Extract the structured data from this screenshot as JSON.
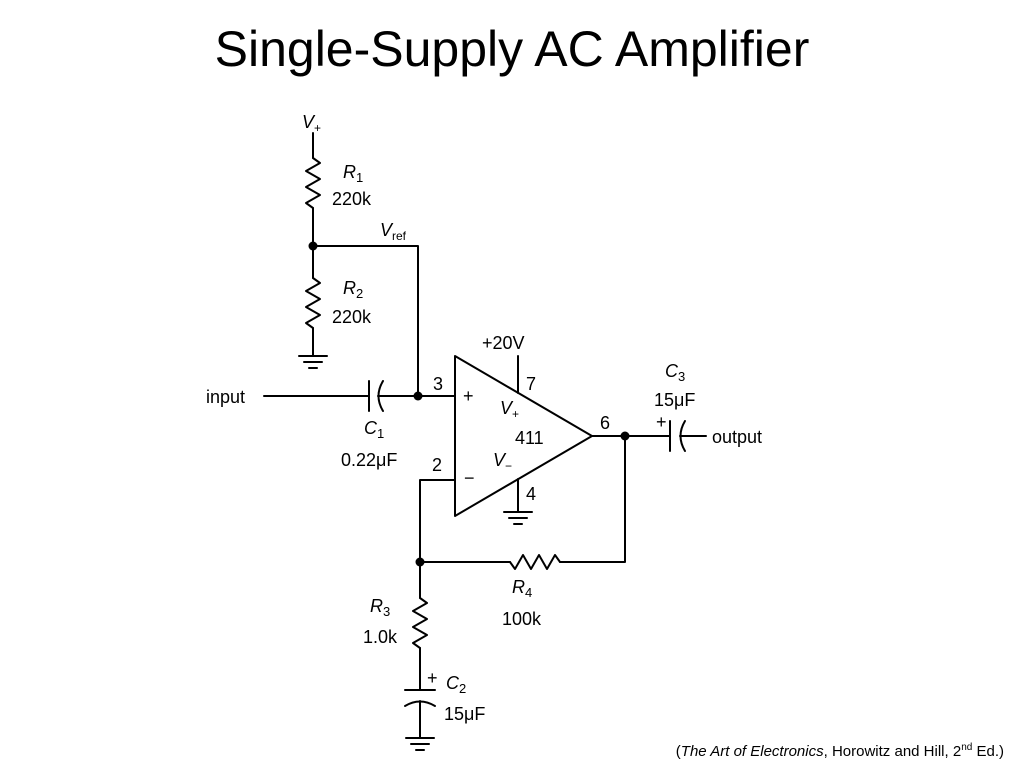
{
  "title": "Single-Supply AC Amplifier",
  "labels": {
    "v_plus": "V",
    "v_plus_sub": "+",
    "r1_name": "R",
    "r1_sub": "1",
    "r1_value": "220k",
    "vref_name": "V",
    "vref_sub": "ref",
    "r2_name": "R",
    "r2_sub": "2",
    "r2_value": "220k",
    "supply": "+20V",
    "pin3": "3",
    "pin7": "7",
    "pin6": "6",
    "pin2": "2",
    "pin4": "4",
    "noninv_sign": "+",
    "inv_sign": "−",
    "opamp_vplus": "V",
    "opamp_vplus_sub": "+",
    "opamp_part": "411",
    "opamp_vminus": "V",
    "opamp_vminus_sub": "−",
    "input": "input",
    "c1_name": "C",
    "c1_sub": "1",
    "c1_value": "0.22μF",
    "c3_name": "C",
    "c3_sub": "3",
    "c3_value": "15μF",
    "c3_plus": "+",
    "output": "output",
    "r4_name": "R",
    "r4_sub": "4",
    "r4_value": "100k",
    "r3_name": "R",
    "r3_sub": "3",
    "r3_value": "1.0k",
    "c2_name": "C",
    "c2_sub": "2",
    "c2_value": "15μF",
    "c2_plus": "+"
  },
  "citation": {
    "open": "(",
    "book": "The Art of Electronics",
    "authors": ", Horowitz and Hill, 2",
    "ordinal": "nd",
    "close": " Ed.)"
  }
}
